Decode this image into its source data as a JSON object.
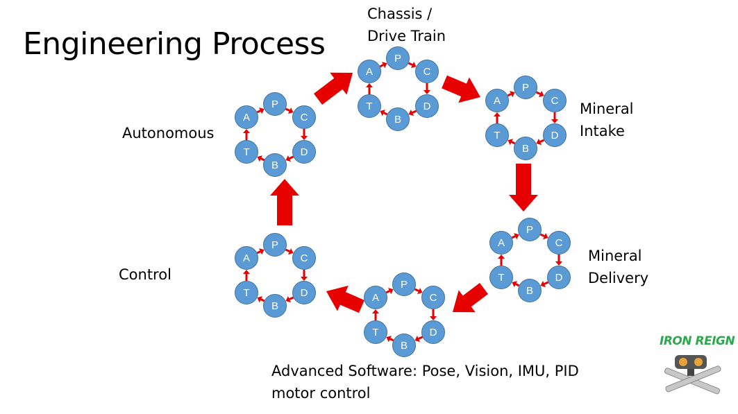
{
  "title": "Engineering Process",
  "labels": {
    "chassis": [
      "Chassis /",
      "Drive Train"
    ],
    "mineral_intake": [
      "Mineral",
      "Intake"
    ],
    "autonomous": [
      "Autonomous"
    ],
    "mineral_delivery": [
      "Mineral",
      "Delivery"
    ],
    "control": [
      "Control"
    ],
    "advanced": [
      "Advanced Software: Pose, Vision, IMU, PID",
      "motor control"
    ]
  },
  "cycle_nodes": [
    "P",
    "C",
    "D",
    "B",
    "T",
    "A"
  ],
  "logo_text": "IRON REIGN",
  "colors": {
    "node_fill": "#5b9bd5",
    "node_border": "#41719c",
    "arrow": "#e60000"
  }
}
